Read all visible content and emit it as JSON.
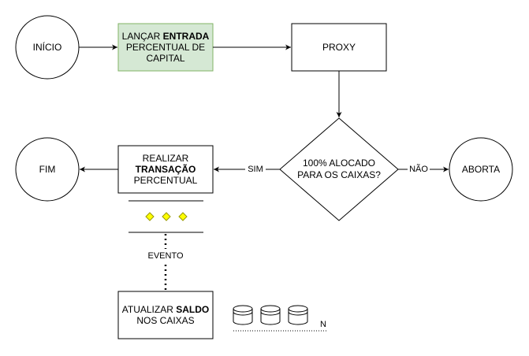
{
  "nodes": {
    "inicio": {
      "label": "INÍCIO"
    },
    "lancar": {
      "line1_pre": "LANÇAR ",
      "line1_bold": "ENTRADA",
      "line2": "PERCENTUAL DE",
      "line3": "CAPITAL"
    },
    "proxy": {
      "label": "PROXY"
    },
    "decision": {
      "line1": "100% ALOCADO",
      "line2": "PARA OS CAIXAS?"
    },
    "aborta": {
      "label": "ABORTA"
    },
    "realizar": {
      "line1": "REALIZAR",
      "line2_bold": "TRANSAÇÃO",
      "line3": "PERCENTUAL"
    },
    "fim": {
      "label": "FIM"
    },
    "atualizar": {
      "line1_pre": "ATUALIZAR ",
      "line1_bold": "SALDO",
      "line2": "NOS CAIXAS"
    }
  },
  "edges": {
    "sim": "SIM",
    "nao": "NÃO",
    "evento": "EVENTO"
  },
  "storage": {
    "count_label": "N"
  },
  "colors": {
    "lancar_fill": "#d5e8d4",
    "lancar_stroke": "#82b366",
    "diamond_fill": "#ffff00",
    "diamond_stroke": "#999900"
  }
}
